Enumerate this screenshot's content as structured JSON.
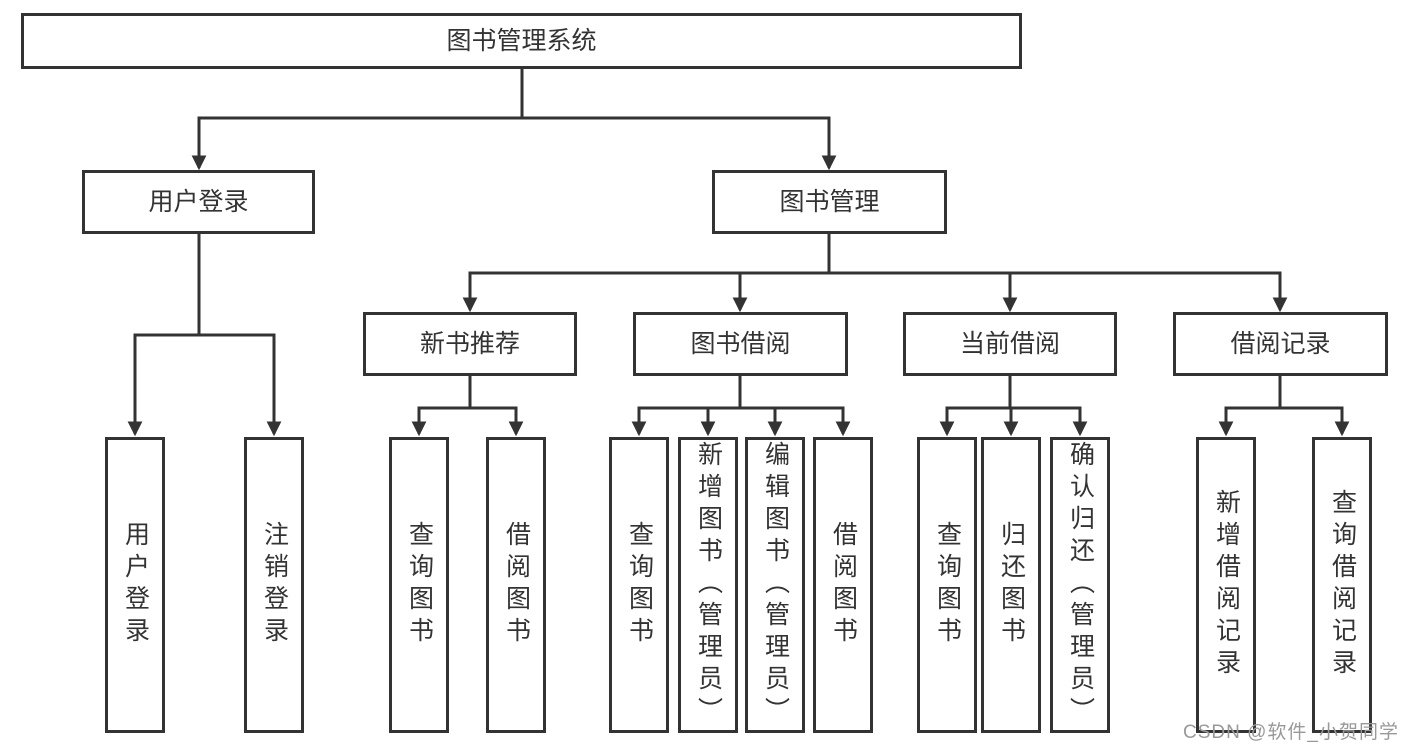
{
  "diagram": {
    "title": "图书管理系统",
    "nodes": {
      "root": "图书管理系统",
      "level1": [
        "用户登录",
        "图书管理"
      ],
      "level2": [
        "新书推荐",
        "图书借阅",
        "当前借阅",
        "借阅记录"
      ],
      "leaves_user_login": [
        "用户登录",
        "注销登录"
      ],
      "leaves_new_book": [
        "查询图书",
        "借阅图书"
      ],
      "leaves_book_borrow": [
        "查询图书",
        "新增图书（管理员）",
        "编辑图书（管理员）",
        "借阅图书"
      ],
      "leaves_current_borrow": [
        "查询图书",
        "归还图书",
        "确认归还（管理员）"
      ],
      "leaves_borrow_record": [
        "新增借阅记录",
        "查询借阅记录"
      ]
    },
    "colors": {
      "line": "#333333",
      "box_border": "#333333",
      "box_fill": "#ffffff",
      "text": "#333333",
      "watermark_text": "#999999",
      "background": "#ffffff"
    }
  },
  "watermark": {
    "text": "CSDN @软件_小贺同学"
  }
}
